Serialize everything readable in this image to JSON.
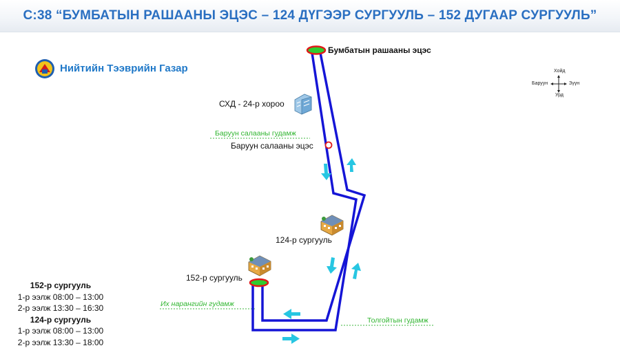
{
  "title": "С:38 “БУМБАТЫН РАШААНЫ ЭЦЭС – 124 ДҮГЭЭР СУРГУУЛЬ – 152 ДУГААР СУРГУУЛЬ”",
  "organization": "Нийтийн Тээврийн Газар",
  "compass": {
    "north": "Хойд",
    "south": "Урд",
    "west": "Баруун",
    "east": "Зүүн"
  },
  "stops": {
    "terminal_start": "Бумбатын рашааны эцэс",
    "baruun_salaa": "Баруун салааны эцэс",
    "school_124": "124-р сургууль",
    "school_152": "152-р сургууль"
  },
  "landmarks": {
    "skhd": "СХД - 24-р хороо"
  },
  "streets": {
    "baruun_salaa_street": "Баруун салааны гудамж",
    "ikh_narangiin": "Их наранги­йн гудамж",
    "tolgoit": "Толгойтын гудамж"
  },
  "schedule": [
    {
      "school": "152-р сургууль",
      "shifts": [
        "1-р ээлж 08:00 – 13:00",
        "2-р ээлж 13:30 – 16:30"
      ]
    },
    {
      "school": "124-р сургууль",
      "shifts": [
        "1-р ээлж 08:00 – 13:00",
        "2-р ээлж 13:30 – 18:00"
      ]
    }
  ],
  "colors": {
    "title": "#2a6fc1",
    "route": "#1515d6",
    "direction_arrow": "#27c6e2",
    "street_label": "#2fb52f",
    "terminal_stop": "#2fcc2f",
    "stop_outline": "#e01919"
  }
}
